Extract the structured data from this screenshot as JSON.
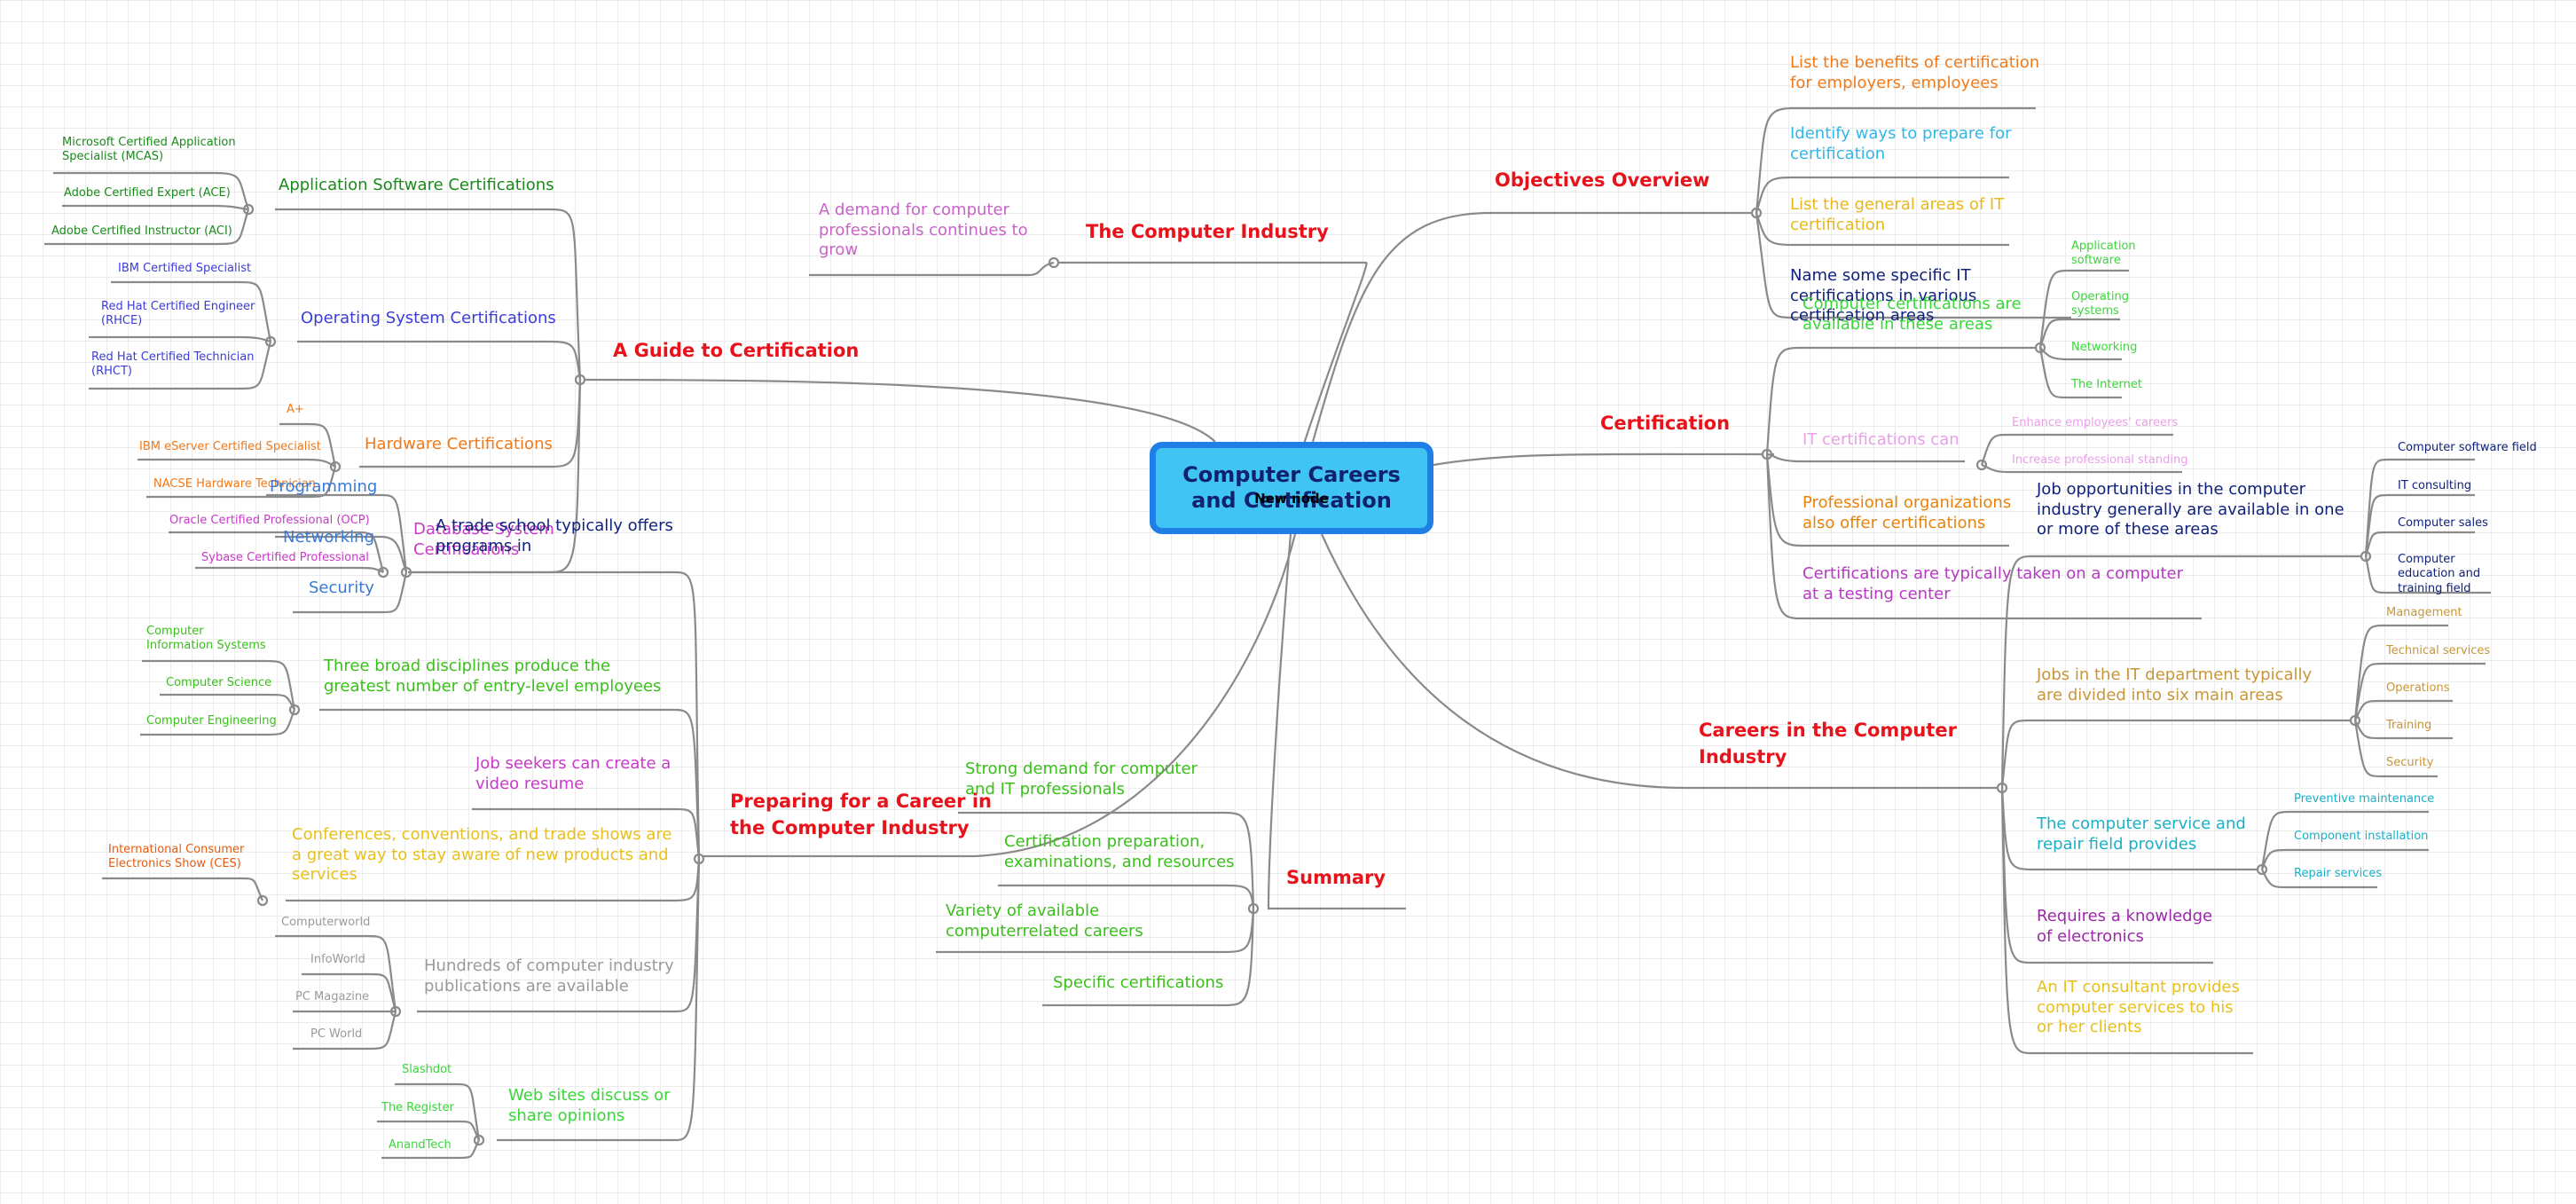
{
  "colors": {
    "line": "#8a8a8a",
    "center_bg": "#40c4f4",
    "center_border": "#1f7fe6",
    "main_topic": "#e8121b"
  },
  "center": {
    "title": "Computer  Careers  and Certification",
    "overlay": "New node"
  },
  "main": {
    "objectives": "Objectives Overview",
    "industry": "The Computer Industry",
    "guide": "A Guide to Certification",
    "certification": "Certification",
    "careers": "Careers in the Computer Industry",
    "preparing": "Preparing for a Career in the Computer Industry",
    "summary": "Summary"
  },
  "objectives": {
    "benefits": "List the benefits of certification for employers, employees",
    "prepare": "Identify ways to prepare for certification",
    "areas": "List the general areas of IT certification",
    "specific": "Name some specific IT certifications in various certification areas"
  },
  "industry": {
    "demand": "A demand for computer professionals continues to grow"
  },
  "guide": {
    "app": "Application Software Certifications",
    "app_items": [
      "Microsoft Certified Application Specialist (MCAS)",
      "Adobe Certified Expert (ACE)",
      "Adobe Certified Instructor (ACI)"
    ],
    "os": "Operating System Certifications",
    "os_items": [
      "IBM Certified Specialist",
      "Red Hat Certified Engineer (RHCE)",
      "Red Hat Certified Technician (RHCT)"
    ],
    "hw": "Hardware Certifications",
    "hw_items": [
      "A+",
      "IBM eServer Certified Specialist",
      "NACSE Hardware Technician"
    ],
    "programming": "Programming",
    "networking": "Networking",
    "security": "Security",
    "db": "Database System Certifications",
    "db_items": [
      "Oracle Certified Professional (OCP)",
      "Sybase Certified Professional"
    ]
  },
  "certification": {
    "available": "Computer certifications are available in these areas",
    "available_items": [
      "Application software",
      "Operating systems",
      "Networking",
      "The Internet"
    ],
    "can": "IT certifications can",
    "can_items": [
      "Enhance employees' careers",
      "Increase professional standing"
    ],
    "prof": "Professional organizations also offer certifications",
    "testing": "Certifications are typically taken on a computer at a testing center"
  },
  "careers": {
    "jobs": "Job opportunities in the computer industry generally are available in one or more of these areas",
    "jobs_items": [
      "Computer software field",
      "IT consulting",
      "Computer sales",
      "Computer education and training field"
    ],
    "dept": "Jobs in the IT department typically are divided into six main areas",
    "dept_items": [
      "Management",
      "Technical services",
      "Operations",
      "Training",
      "Security"
    ],
    "service": "The computer service and repair field provides",
    "service_items": [
      "Preventive maintenance",
      "Component installation",
      "Repair services"
    ],
    "electronics": "Requires a knowledge of electronics",
    "consultant": "An IT consultant provides computer services to his or her clients"
  },
  "preparing": {
    "trade": "A trade school typically offers programs in",
    "disciplines": "Three broad disciplines produce the greatest number of entry-level employees",
    "disciplines_items": [
      "Computer Information Systems",
      "Computer Science",
      "Computer Engineering"
    ],
    "video": "Job seekers can create a video resume",
    "conferences": "Conferences, conventions, and trade shows are a great way to stay aware of new products and services",
    "conferences_items": [
      "International Consumer Electronics Show (CES)"
    ],
    "publications": "Hundreds of computer industry publications are available",
    "publications_items": [
      "Computerworld",
      "InfoWorld",
      "PC Magazine",
      "PC World"
    ],
    "web": "Web sites discuss or share opinions",
    "web_items": [
      "Slashdot",
      "The Register",
      "AnandTech"
    ]
  },
  "summary": {
    "items": [
      "Strong demand for computer and IT professionals",
      "Certification preparation, examinations, and resources",
      "Variety of available computerrelated careers",
      "Specific certifications"
    ]
  }
}
